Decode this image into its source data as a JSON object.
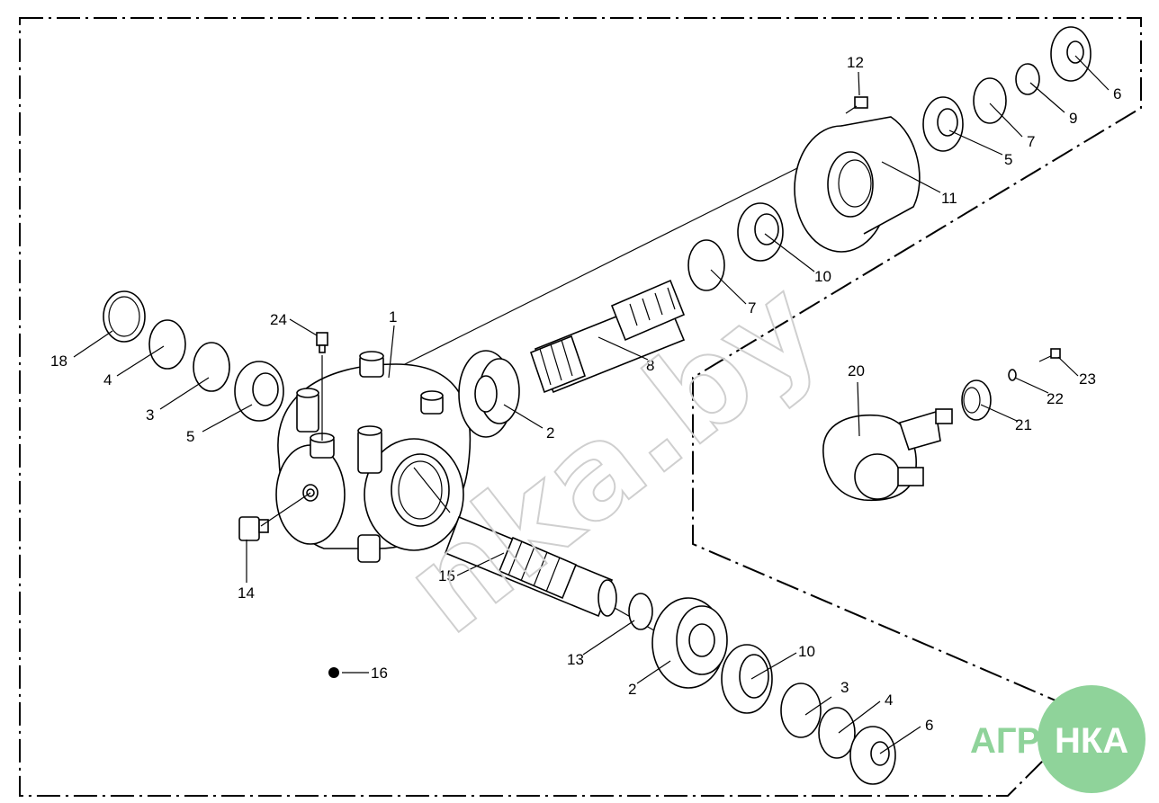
{
  "watermark": "nka.by",
  "logo": {
    "left_text": "АГРО",
    "circle_text": "НКА",
    "color": "#8fd39a"
  },
  "callouts": [
    {
      "id": "c1",
      "label": "1"
    },
    {
      "id": "c2a",
      "label": "2"
    },
    {
      "id": "c2b",
      "label": "2"
    },
    {
      "id": "c3a",
      "label": "3"
    },
    {
      "id": "c3b",
      "label": "3"
    },
    {
      "id": "c4a",
      "label": "4"
    },
    {
      "id": "c4b",
      "label": "4"
    },
    {
      "id": "c5a",
      "label": "5"
    },
    {
      "id": "c5b",
      "label": "5"
    },
    {
      "id": "c6a",
      "label": "6"
    },
    {
      "id": "c6b",
      "label": "6"
    },
    {
      "id": "c7a",
      "label": "7"
    },
    {
      "id": "c7b",
      "label": "7"
    },
    {
      "id": "c8",
      "label": "8"
    },
    {
      "id": "c9",
      "label": "9"
    },
    {
      "id": "c10a",
      "label": "10"
    },
    {
      "id": "c10b",
      "label": "10"
    },
    {
      "id": "c11",
      "label": "11"
    },
    {
      "id": "c12",
      "label": "12"
    },
    {
      "id": "c13",
      "label": "13"
    },
    {
      "id": "c14",
      "label": "14"
    },
    {
      "id": "c15",
      "label": "15"
    },
    {
      "id": "c16",
      "label": "16"
    },
    {
      "id": "c18",
      "label": "18"
    },
    {
      "id": "c20",
      "label": "20"
    },
    {
      "id": "c21",
      "label": "21"
    },
    {
      "id": "c22",
      "label": "22"
    },
    {
      "id": "c23",
      "label": "23"
    },
    {
      "id": "c24",
      "label": "24"
    }
  ]
}
